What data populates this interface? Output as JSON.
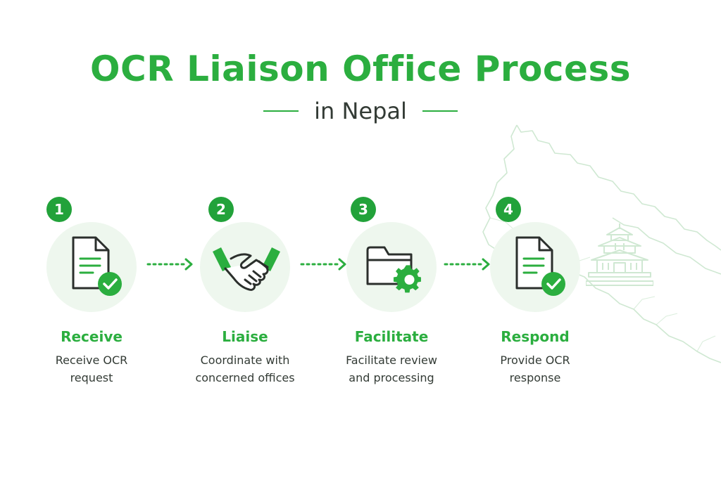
{
  "title": "OCR Liaison Office Process",
  "subtitle": "in Nepal",
  "colors": {
    "accent": "#2bae3f",
    "accent_dark": "#22a23a",
    "circle_bg": "#eef7ee",
    "icon_stroke": "#2b2f2c",
    "text": "#333b35",
    "map_line": "#cfe8d2"
  },
  "steps": [
    {
      "number": "1",
      "title": "Receive",
      "desc_line1": "Receive OCR",
      "desc_line2": "request",
      "icon": "document-check-icon"
    },
    {
      "number": "2",
      "title": "Liaise",
      "desc_line1": "Coordinate with",
      "desc_line2": "concerned offices",
      "icon": "handshake-icon"
    },
    {
      "number": "3",
      "title": "Facilitate",
      "desc_line1": "Facilitate review",
      "desc_line2": "and processing",
      "icon": "folder-gear-icon"
    },
    {
      "number": "4",
      "title": "Respond",
      "desc_line1": "Provide OCR",
      "desc_line2": "response",
      "icon": "document-check-icon"
    }
  ],
  "decorations": {
    "map": "nepal-map-outline-icon",
    "temple": "pagoda-temple-icon"
  }
}
